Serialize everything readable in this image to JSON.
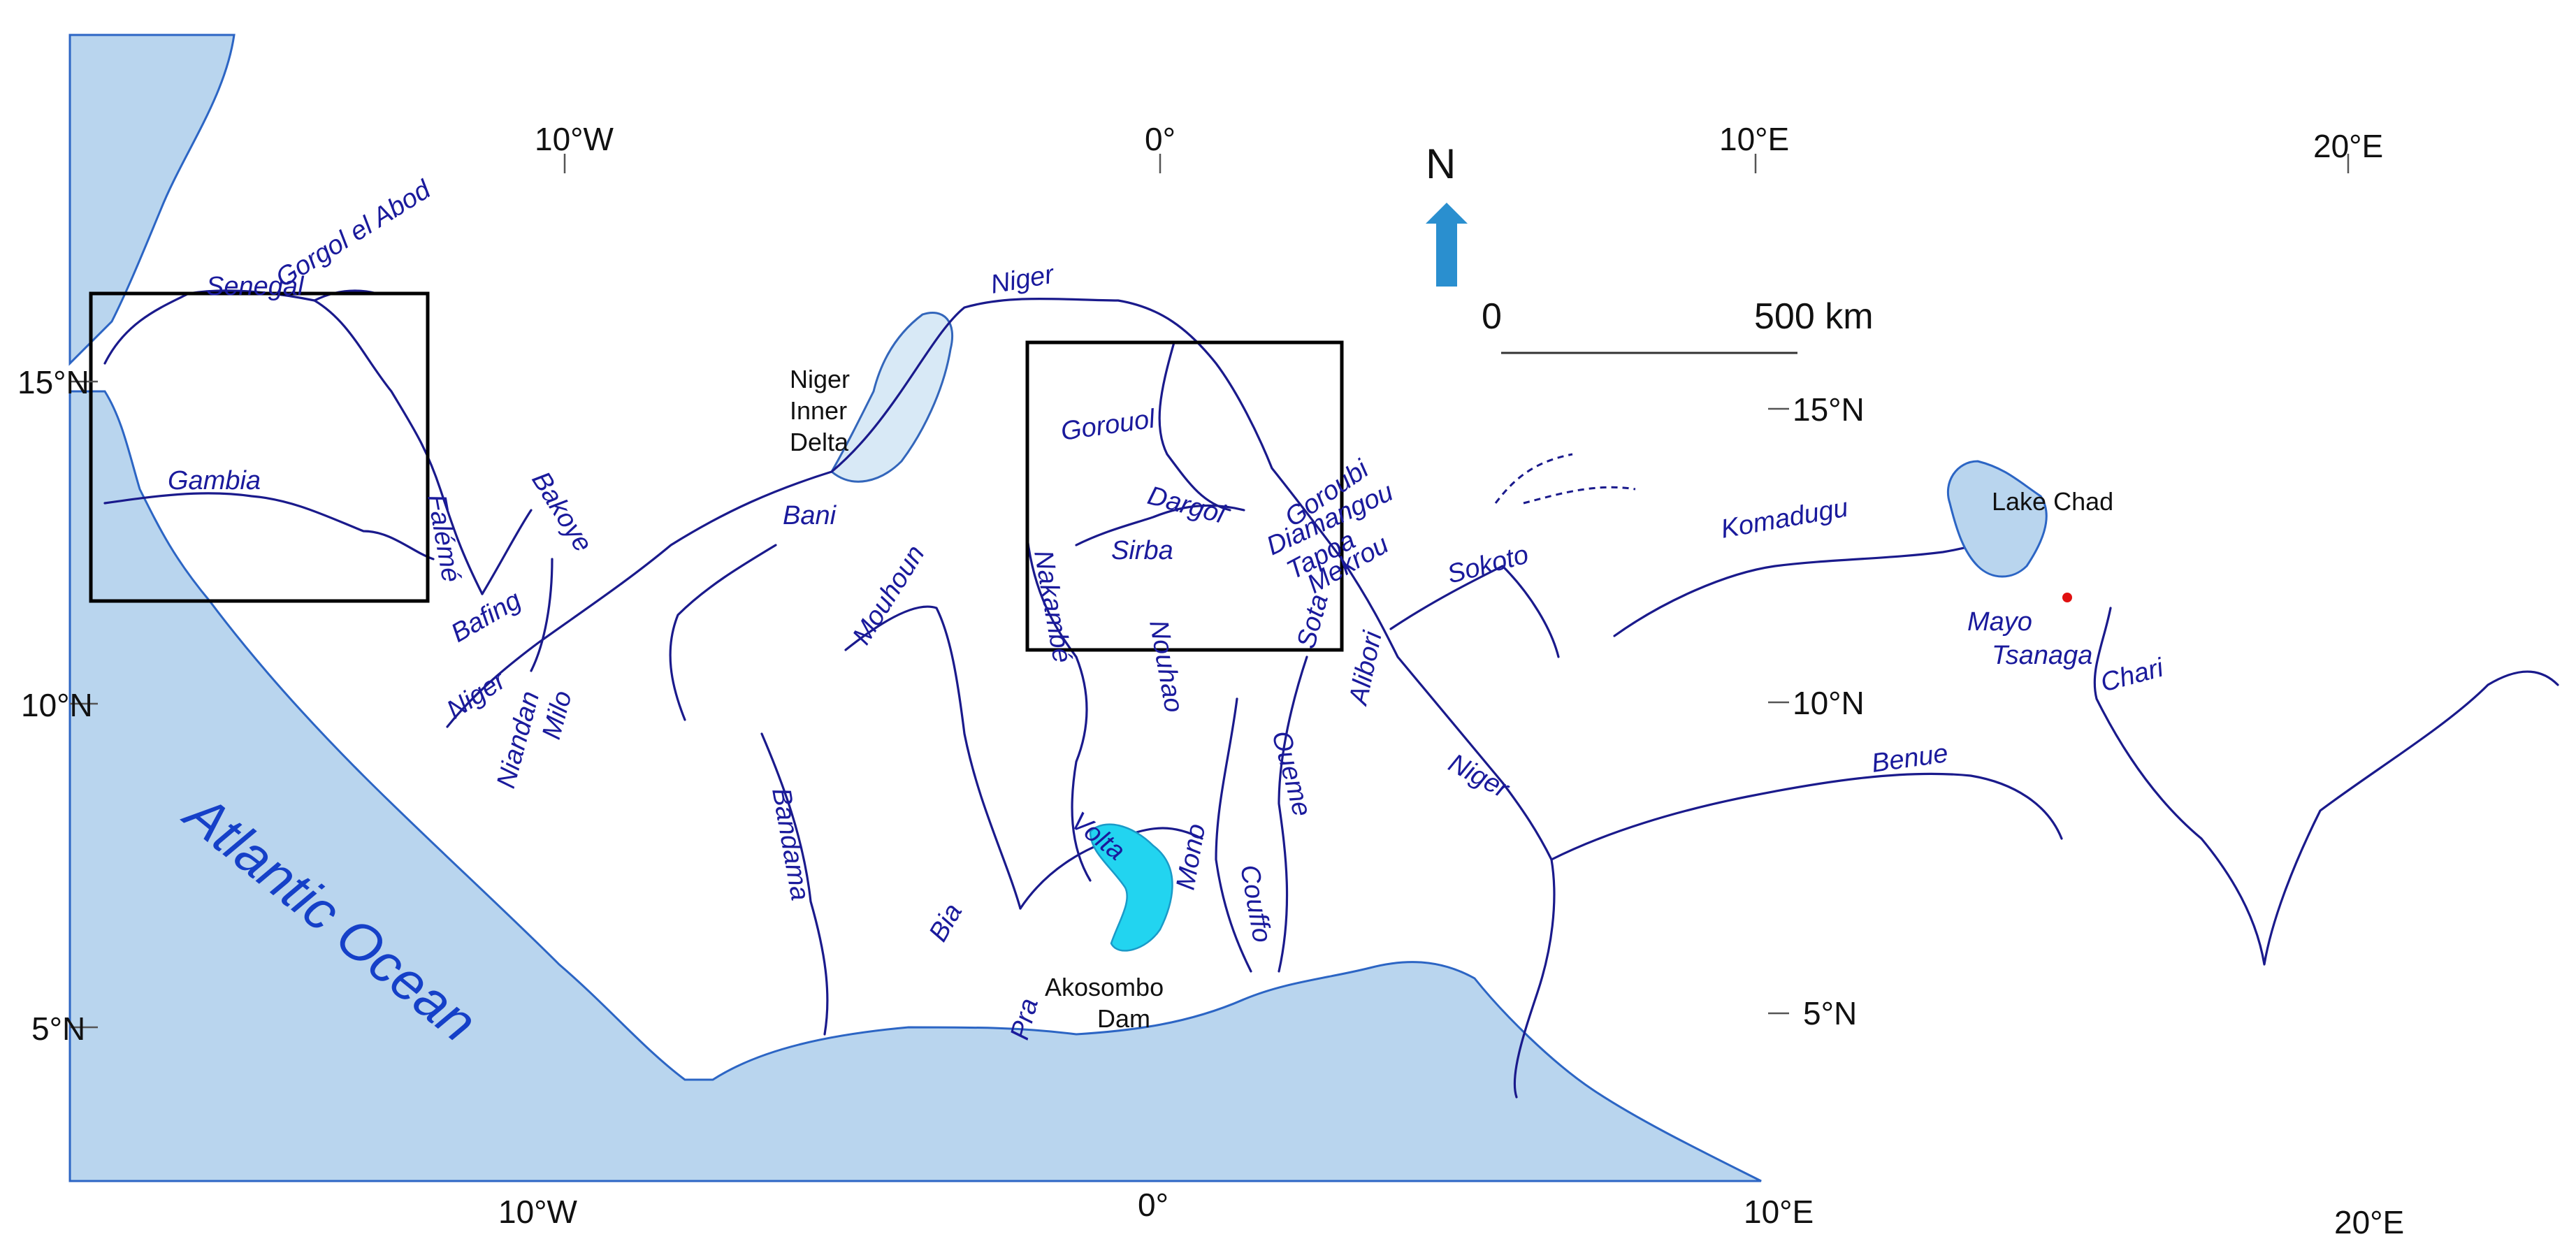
{
  "map": {
    "ocean_label": "Atlantic Ocean",
    "north_label": "N",
    "scale": {
      "start_label": "0",
      "end_label": "500 km"
    },
    "colors": {
      "ocean": "#b9d5ee",
      "coast": "#2c65c4",
      "river": "#1a1a8c",
      "lake_volta": "#22d4f0",
      "lake_chad": "#b9d5ee",
      "north_arrow": "#2a8fcf",
      "marker": "#e01010"
    },
    "grid": {
      "top_lon": [
        "10°W",
        "0°",
        "10°E",
        "20°E"
      ],
      "bottom_lon": [
        "10°W",
        "0°",
        "10°E",
        "20°E"
      ],
      "left_lat": [
        "15°N",
        "10°N",
        "5°N"
      ],
      "right_lat": [
        "15°N",
        "10°N",
        "5°N"
      ]
    },
    "places": {
      "niger_inner_delta": [
        "Niger",
        "Inner",
        "Delta"
      ],
      "lake_chad": "Lake Chad",
      "akosombo_dam": [
        "Akosombo",
        "Dam"
      ]
    },
    "rivers": {
      "senegal": "Senegal",
      "gorgol": "Gorgol el Abod",
      "gambia": "Gambia",
      "faleme": "Falémé",
      "bakoye": "Bakoye",
      "bafing": "Bafing",
      "niger_w": "Niger",
      "niandan": "Niandan",
      "milo": "Milo",
      "bani": "Bani",
      "niger_n": "Niger",
      "mouhoun": "Mouhoun",
      "nakambe": "Nakambé",
      "gorouol": "Gorouol",
      "dargol": "Dargol",
      "sirba": "Sirba",
      "goroubi": "Goroubi",
      "diamangou": "Diamangou",
      "tapoa": "Tapoa",
      "mekrou": "Mekrou",
      "sota": "Sota",
      "alibori": "Alibori",
      "nouhao": "Nouhao",
      "sokoto": "Sokoto",
      "komadugu": "Komadugu",
      "mayo": "Mayo",
      "tsanaga": "Tsanaga",
      "chari": "Chari",
      "benue": "Benue",
      "niger_s": "Niger",
      "oueme": "Oueme",
      "couffo": "Couffo",
      "mono": "Mono",
      "volta": "Volta",
      "bandama": "Bandama",
      "bia": "Bia",
      "pra": "Pra"
    }
  }
}
